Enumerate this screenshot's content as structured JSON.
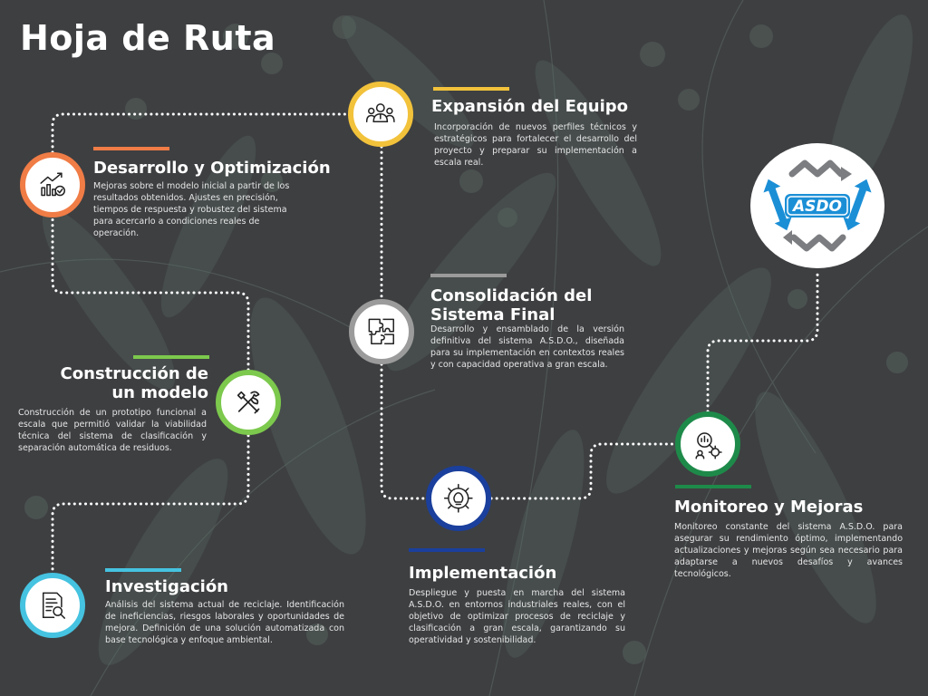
{
  "page": {
    "title": "Hoja de Ruta"
  },
  "logo": {
    "text": "ASDO",
    "icon": "asdo-logo",
    "accent": "#1b8fd6",
    "gray": "#7b7d80"
  },
  "colors": {
    "desarrollo": "#f07c46",
    "expansion": "#f2c23b",
    "construccion": "#7cc94d",
    "consolidacion": "#9b9b9b",
    "investigacion": "#45c3e0",
    "implementacion": "#1a3f9c",
    "monitoreo": "#1e8a4a"
  },
  "steps": {
    "desarrollo": {
      "title": "Desarrollo y Optimización",
      "description": "Mejoras sobre el modelo inicial a partir de los resultados obtenidos. Ajustes en precisión, tiempos de respuesta y robustez del sistema para acercarlo a condiciones reales de operación.",
      "icon": "growth-chart-icon"
    },
    "expansion": {
      "title": "Expansión del Equipo",
      "description": "Incorporación de nuevos perfiles técnicos y estratégicos para fortalecer el desarrollo del proyecto y preparar su implementación a escala real.",
      "icon": "team-icon"
    },
    "construccion": {
      "title": "Construcción de un modelo",
      "description": "Construcción de un prototipo funcional a escala que permitió validar la viabilidad técnica del sistema de clasificación y separación automática de residuos.",
      "icon": "tools-icon"
    },
    "consolidacion": {
      "title": "Consolidación del Sistema Final",
      "description": "Desarrollo y ensamblado de la versión definitiva del sistema A.S.D.O., diseñada para su implementación en contextos reales y con capacidad operativa a gran escala.",
      "icon": "puzzle-icon"
    },
    "investigacion": {
      "title": "Investigación",
      "description": "Análisis del sistema actual de reciclaje. Identificación de ineficiencias, riesgos laborales y oportunidades de mejora. Definición de una solución automatizada con base tecnológica y enfoque ambiental.",
      "icon": "document-search-icon"
    },
    "implementacion": {
      "title": "Implementación",
      "description": "Despliegue y puesta en marcha del sistema A.S.D.O. en entornos industriales reales, con el objetivo de optimizar procesos de reciclaje y clasificación a gran escala, garantizando su operatividad y sostenibilidad.",
      "icon": "gear-bulb-icon"
    },
    "monitoreo": {
      "title": "Monitoreo y Mejoras",
      "description": "Monitoreo constante del sistema A.S.D.O. para asegurar su rendimiento óptimo, implementando actualizaciones y mejoras según sea necesario para adaptarse a nuevos desafíos y avances tecnológicos.",
      "icon": "monitoring-icon"
    }
  }
}
